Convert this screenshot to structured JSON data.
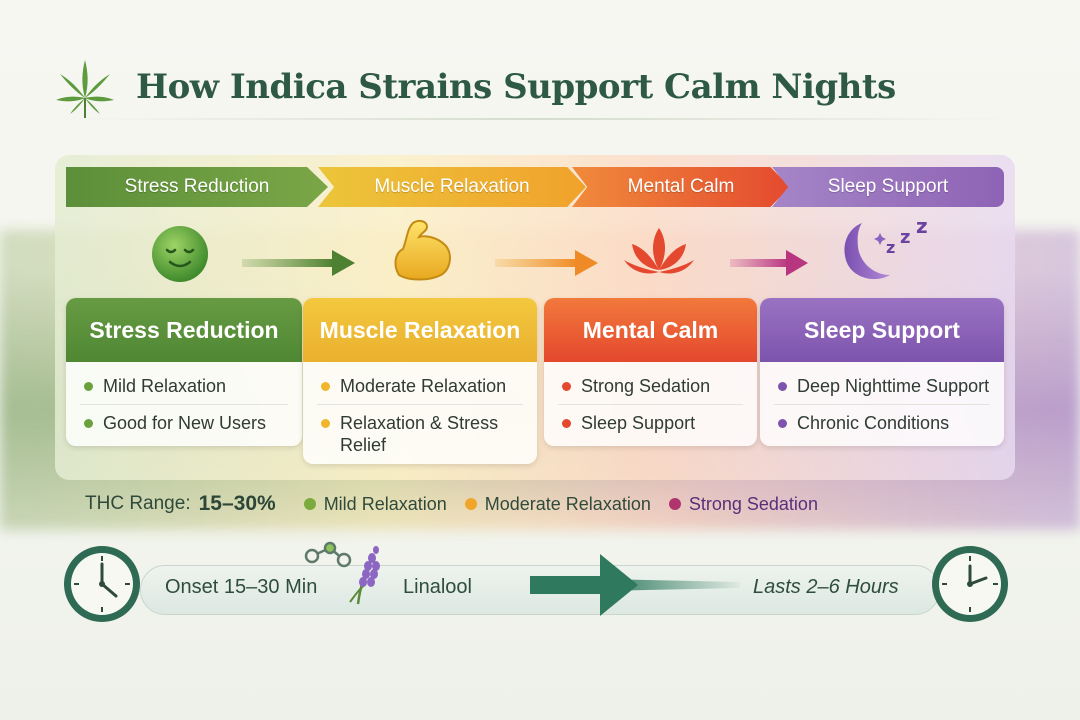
{
  "title": "How Indica Strains Support Calm Nights",
  "stages": [
    {
      "header": "Stress Reduction",
      "card_title": "Stress Reduction",
      "items": [
        "Mild Relaxation",
        "Good for New Users"
      ],
      "color": "#5c8f3a",
      "dot_color": "#6aa13d",
      "icon": "smiley-face-icon"
    },
    {
      "header": "Muscle Relaxation",
      "card_title": "Muscle Relaxation",
      "items": [
        "Moderate Relaxation",
        "Relaxation & Stress Relief"
      ],
      "color": "#f1b52c",
      "dot_color": "#f1b52c",
      "icon": "flexed-arm-icon"
    },
    {
      "header": "Mental Calm",
      "card_title": "Mental Calm",
      "items": [
        "Strong Sedation",
        "Sleep Support"
      ],
      "color": "#e4482e",
      "dot_color": "#e4482e",
      "icon": "lotus-icon"
    },
    {
      "header": "Sleep Support",
      "card_title": "Sleep Support",
      "items": [
        "Deep Nighttime Support",
        "Chronic Conditions"
      ],
      "color": "#7d54ad",
      "dot_color": "#7d54ad",
      "icon": "moon-zzz-icon"
    }
  ],
  "legend": {
    "thc_label": "THC Range:",
    "thc_value": "15–30%",
    "entries": [
      {
        "label": "Mild Relaxation",
        "color": "#7bab3c"
      },
      {
        "label": "Moderate Relaxation",
        "color": "#f0a62a"
      },
      {
        "label": "Strong Sedation",
        "color": "#b0356f"
      }
    ]
  },
  "timeline": {
    "onset": "Onset  15–30 Min",
    "compound": "Linalool",
    "duration": "Lasts 2–6 Hours"
  }
}
